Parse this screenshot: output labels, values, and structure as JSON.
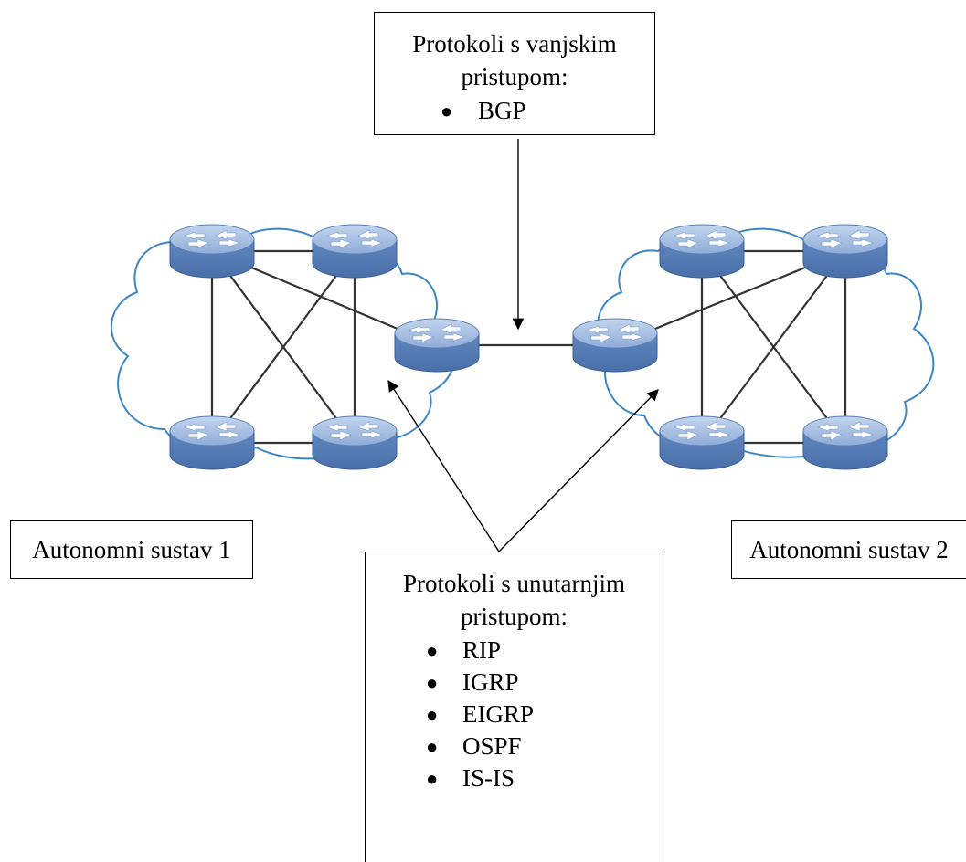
{
  "external_box": {
    "title": "Protokoli s vanjskim pristupom:",
    "items": [
      "BGP"
    ]
  },
  "internal_box": {
    "title": "Protokoli s unutarnjim pristupom:",
    "items": [
      "RIP",
      "IGRP",
      "EIGRP",
      "OSPF",
      "IS-IS"
    ]
  },
  "autonomous_systems": {
    "as1_label": "Autonomni sustav 1",
    "as2_label": "Autonomni sustav 2"
  },
  "colors": {
    "router_fill": "#6a8fc4",
    "router_top": "#a8c0e2",
    "cloud_stroke": "#3d86c6",
    "line": "#333333"
  }
}
